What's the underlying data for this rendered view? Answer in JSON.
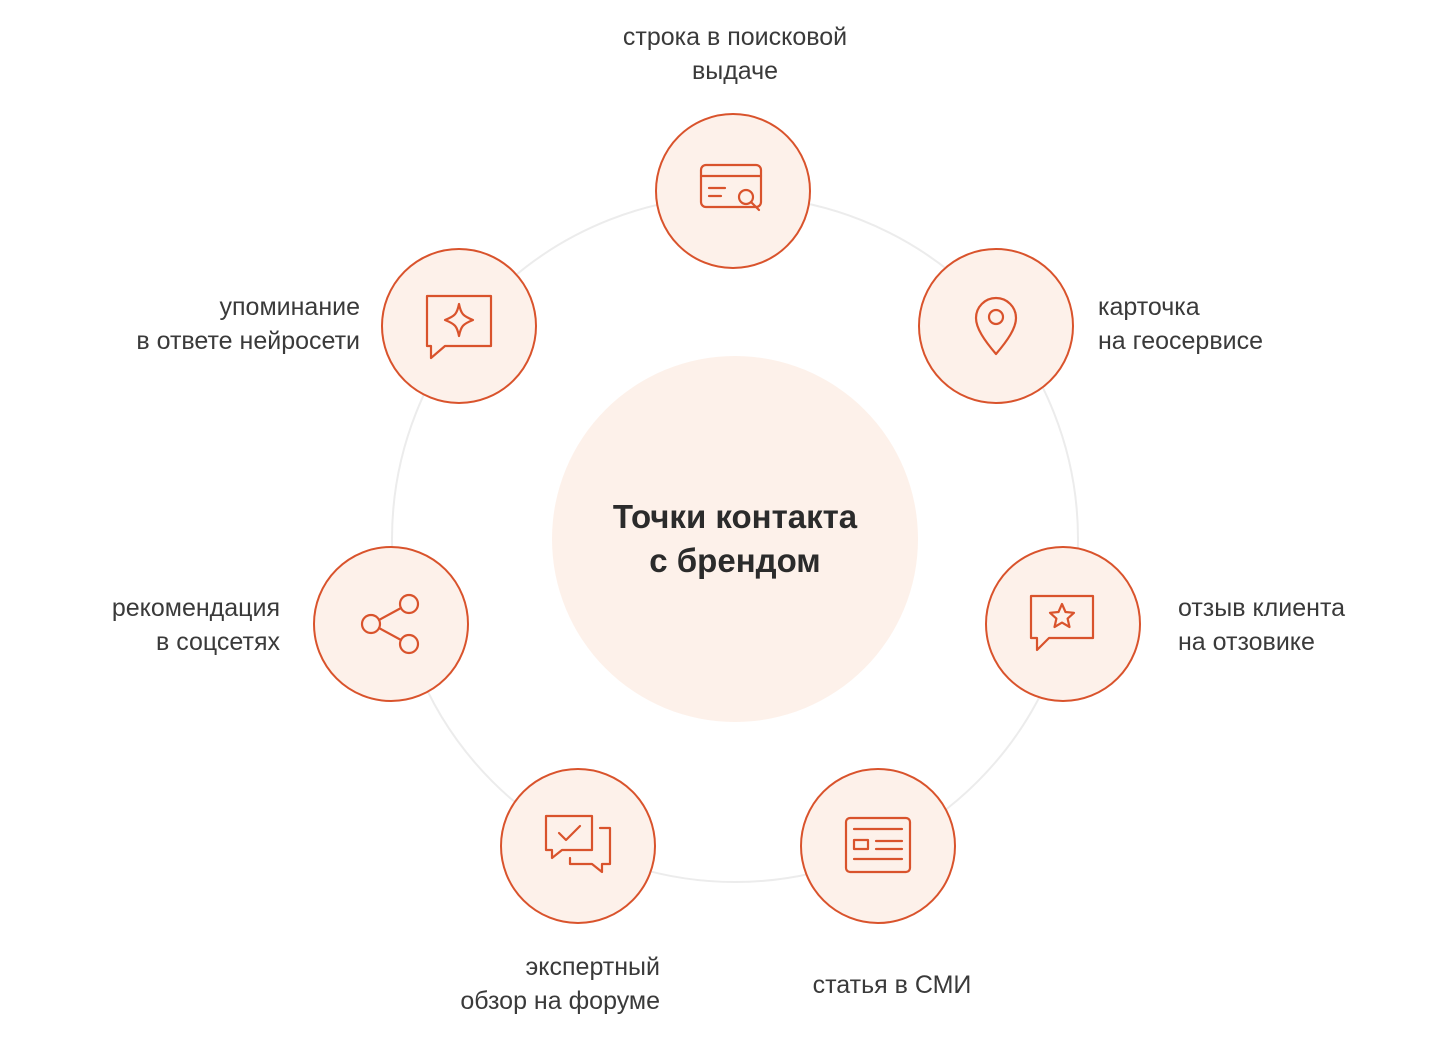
{
  "diagram": {
    "center_title": [
      "Точки контакта",
      "с брендом"
    ],
    "accent_color": "#d9532c",
    "fill_color": "#fdf1ea",
    "touchpoints": [
      {
        "icon": "search-card-icon",
        "label": [
          "строка в поисковой",
          "выдаче"
        ]
      },
      {
        "icon": "map-pin-icon",
        "label": [
          "карточка",
          "на геосервисе"
        ]
      },
      {
        "icon": "review-star-icon",
        "label": [
          "отзыв клиента",
          "на отзовике"
        ]
      },
      {
        "icon": "news-article-icon",
        "label": [
          "статья в СМИ"
        ]
      },
      {
        "icon": "forum-chat-check-icon",
        "label": [
          "экспертный",
          "обзор на форуме"
        ]
      },
      {
        "icon": "share-icon",
        "label": [
          "рекомендация",
          "в соцсетях"
        ]
      },
      {
        "icon": "ai-sparkle-chat-icon",
        "label": [
          "упоминание",
          "в ответе нейросети"
        ]
      }
    ]
  }
}
